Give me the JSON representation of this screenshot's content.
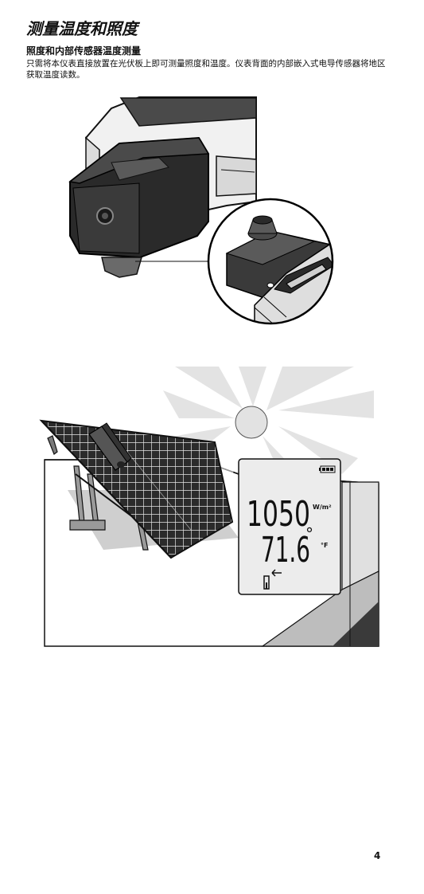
{
  "title": "测量温度和照度",
  "section": {
    "heading": "照度和内部传感器温度测量",
    "body": "只需将本仪表直接放置在光伏板上即可测量照度和温度。仪表背面的内部嵌入式电导传感器将地区获取温度读数。"
  },
  "meter_display": {
    "irradiance_value": "1050",
    "irradiance_unit": "W/m²",
    "temperature_value": "71.6",
    "temperature_degree": "°",
    "temperature_unit": "°F"
  },
  "page_number": "4"
}
